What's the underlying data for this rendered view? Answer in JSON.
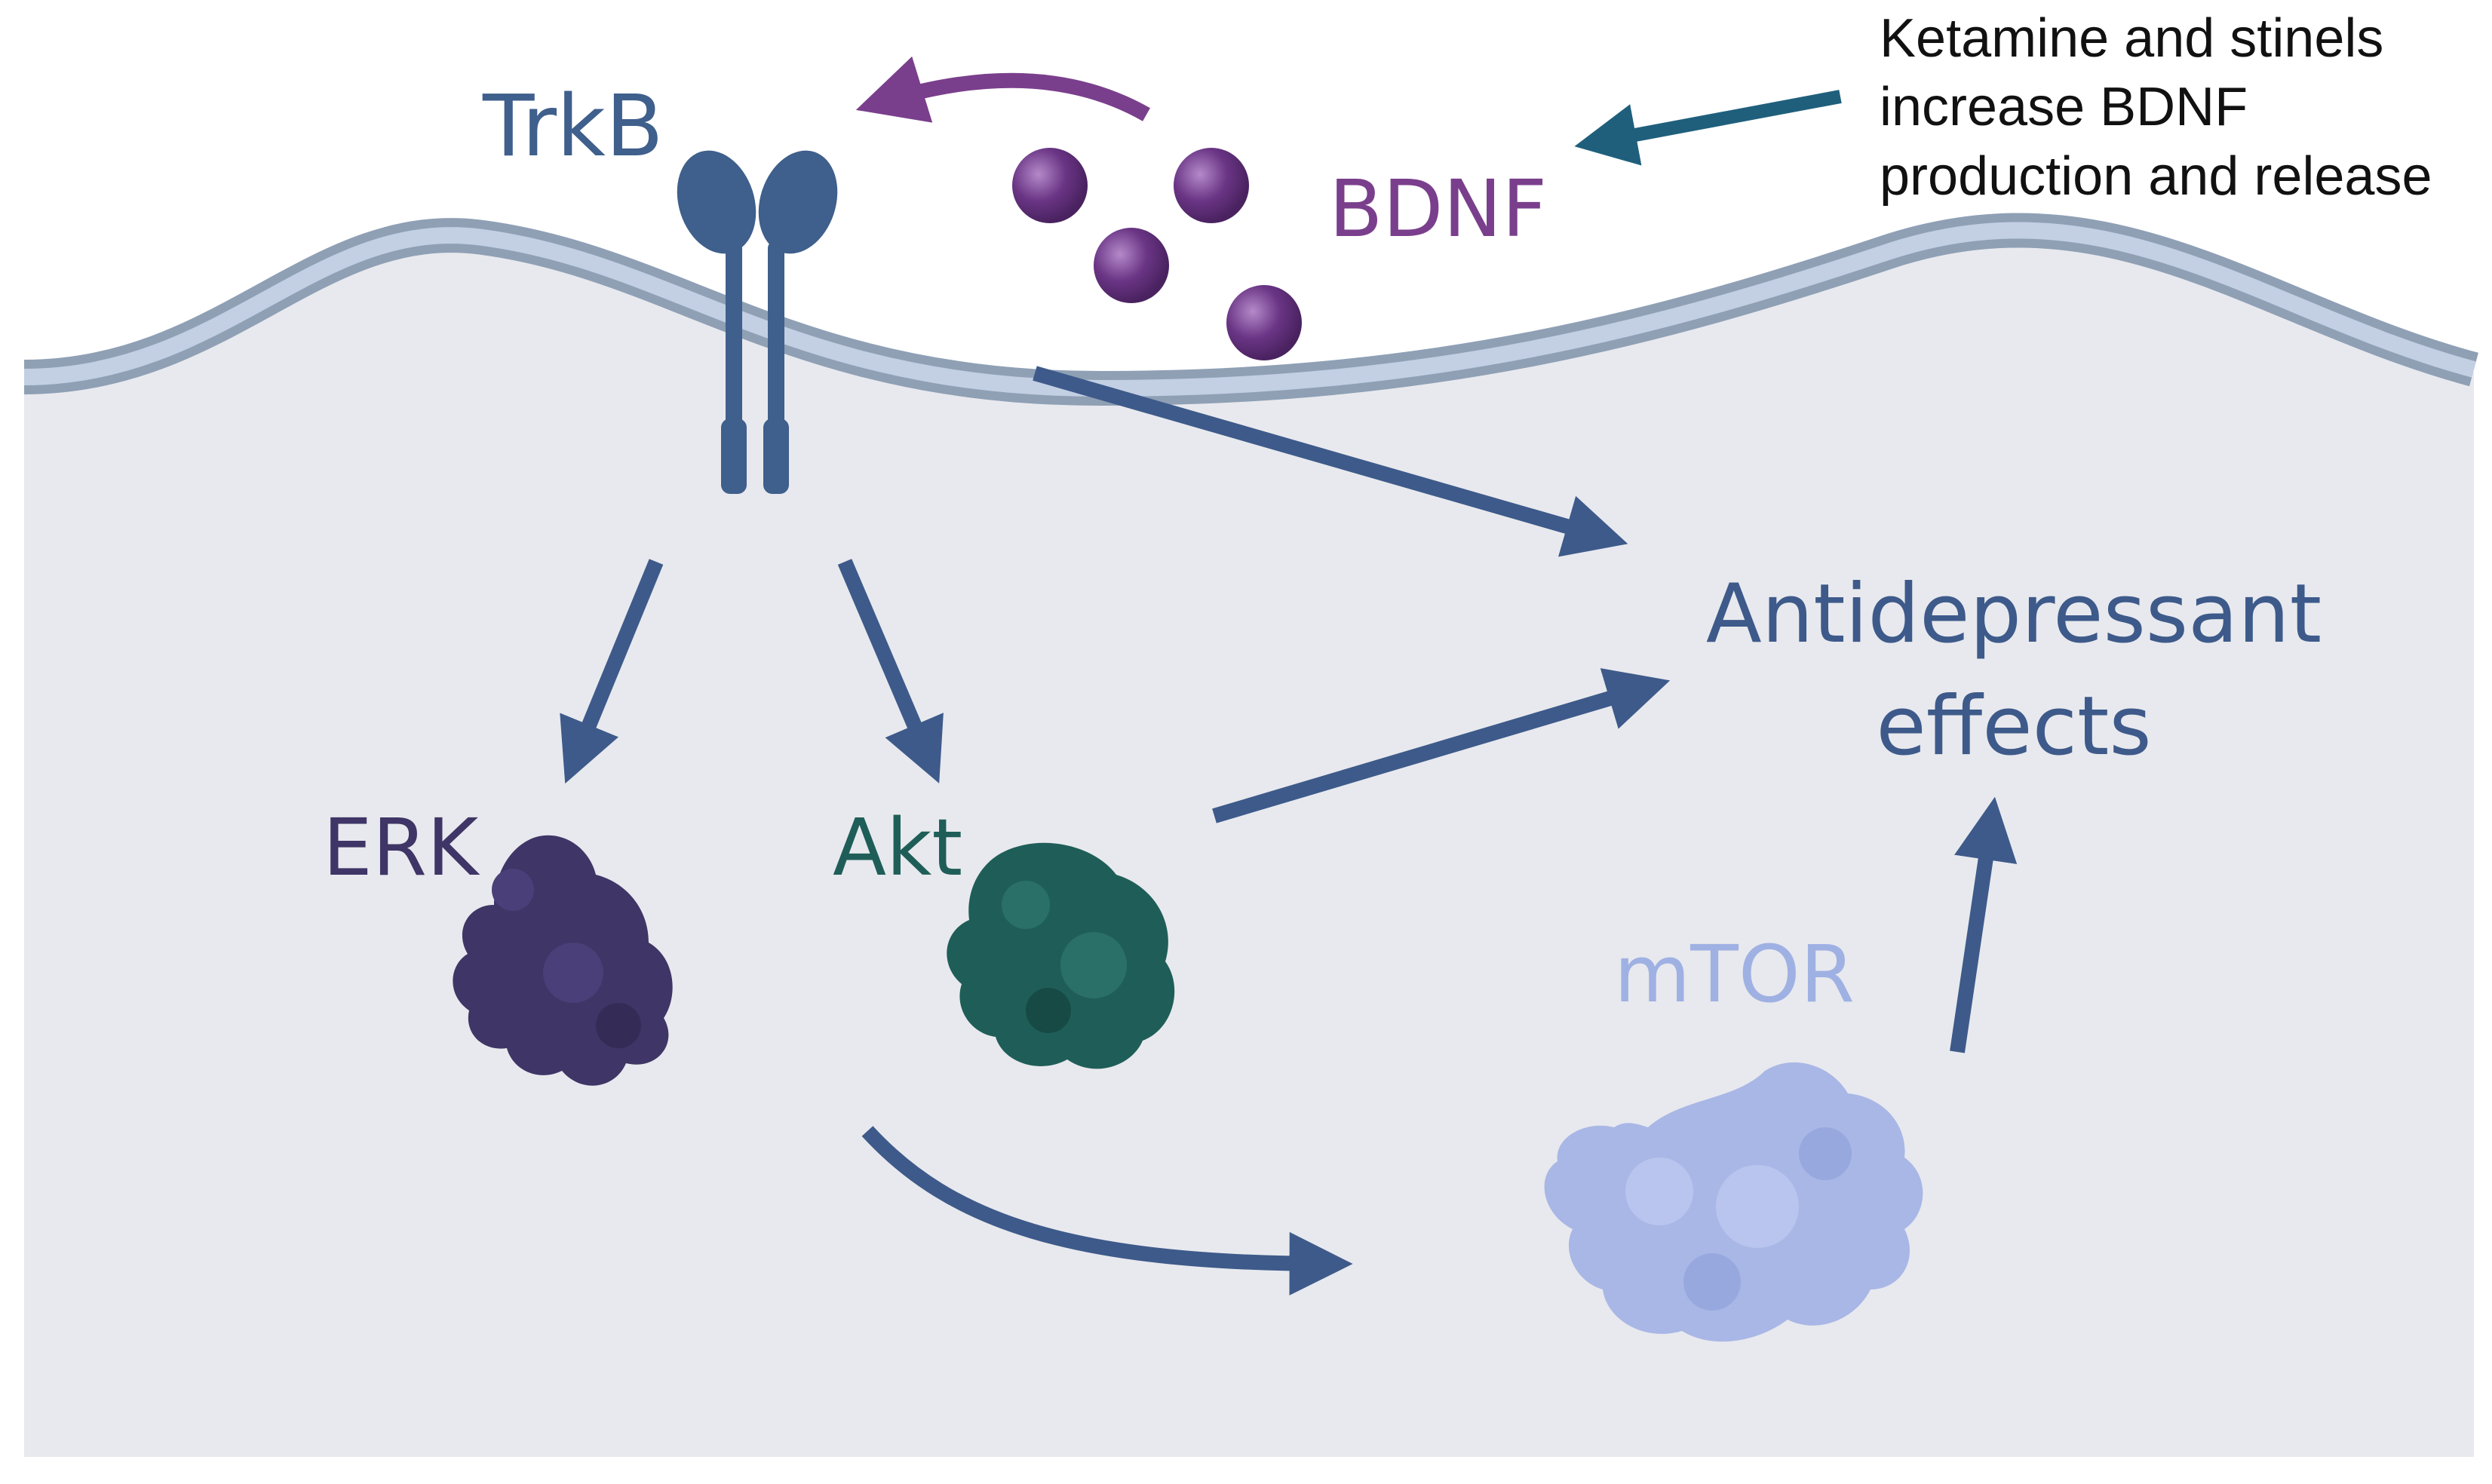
{
  "labels": {
    "receptor": "TrkB",
    "ligand": "BDNF",
    "kinase_1": "ERK",
    "kinase_2": "Akt",
    "kinase_3": "mTOR",
    "outcome_line_1": "Antidepressant",
    "outcome_line_2": "effects"
  },
  "note": {
    "lines": [
      "Ketamine and stinels",
      "increase BDNF",
      "production and release"
    ]
  },
  "colors": {
    "cell_interior": "#e8e9ee",
    "membrane": "#c3cfe3",
    "membrane_edge": "#8fa0b5",
    "arrow": "#3d5a8a",
    "trkb": "#3f5f8c",
    "bdnf": "#7a3f8c",
    "bdnf_particle": "#6a3585",
    "erk": "#3f3566",
    "akt": "#1f5e58",
    "mtor": "#a9b7e6",
    "mtor_label": "#9fb1e3",
    "note_arrow": "#1f5f7c",
    "note_text": "#111111"
  }
}
